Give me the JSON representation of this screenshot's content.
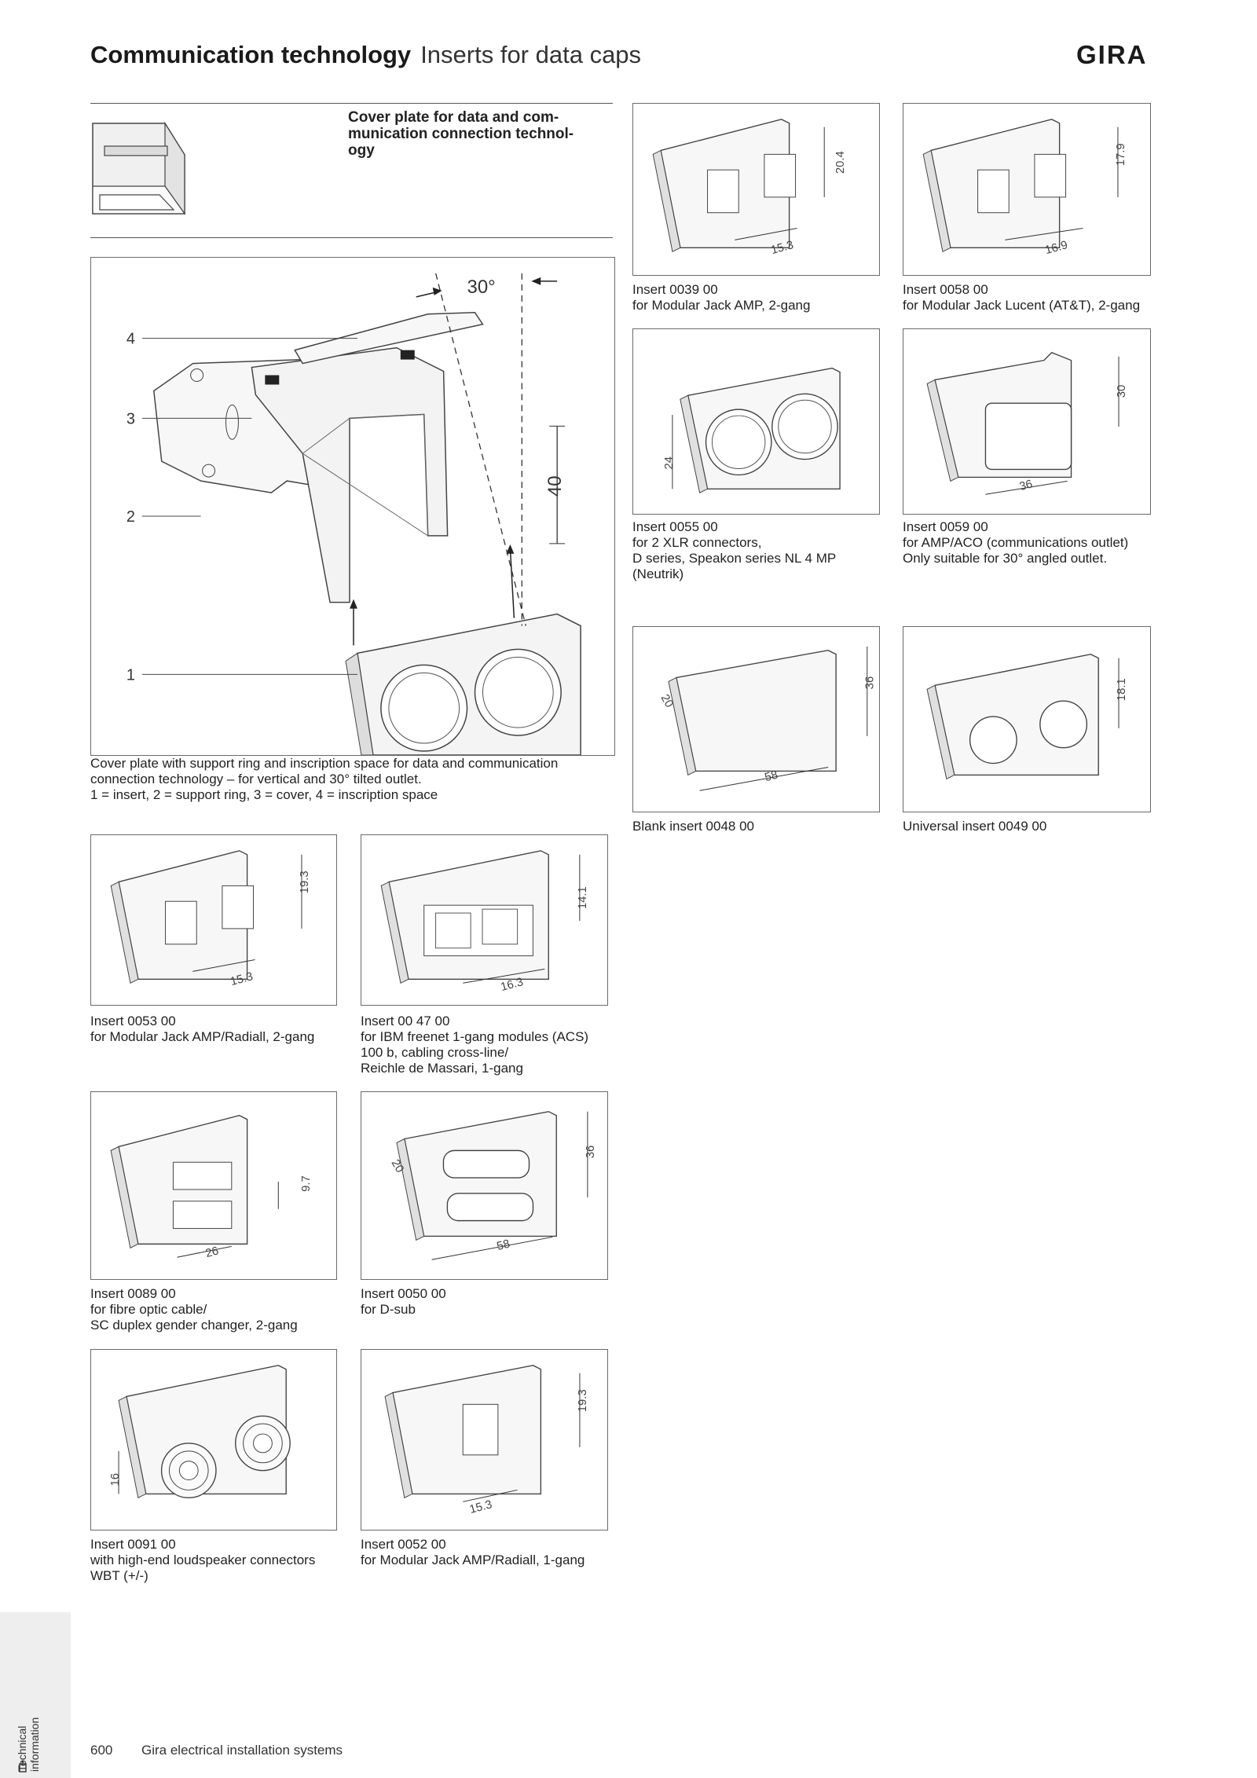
{
  "header": {
    "title_bold": "Communication technology",
    "title_light": "Inserts for data caps",
    "brand": "GIRA"
  },
  "intro": {
    "heading_lines": [
      "Cover plate for data and com-",
      "munication connection technol-",
      "ogy"
    ]
  },
  "main_figure": {
    "labels": [
      "4",
      "3",
      "2",
      "1"
    ],
    "angle": "30°",
    "height": "40",
    "caption_lines": [
      "Cover plate with support ring and inscription space for data and communication",
      "connection technology – for vertical and 30° tilted outlet.",
      "1 = insert, 2 = support ring, 3 = cover, 4 = inscription space"
    ]
  },
  "inserts": [
    {
      "id": "0039",
      "dims": [
        "20.4",
        "15.3"
      ],
      "caption": [
        "Insert 0039 00",
        "for Modular Jack AMP, 2-gang"
      ]
    },
    {
      "id": "0058",
      "dims": [
        "17.9",
        "16.9"
      ],
      "caption": [
        "Insert 0058 00",
        "for Modular Jack Lucent (AT&T), 2-gang"
      ]
    },
    {
      "id": "0055",
      "dims": [
        "24"
      ],
      "caption": [
        "Insert 0055 00",
        "for 2 XLR connectors,",
        "D series, Speakon series NL 4 MP",
        "(Neutrik)"
      ]
    },
    {
      "id": "0059",
      "dims": [
        "30",
        "36"
      ],
      "caption": [
        "Insert 0059 00",
        "for AMP/ACO (communications outlet)",
        "Only suitable for 30° angled outlet."
      ]
    },
    {
      "id": "0048",
      "dims": [
        "36",
        "20",
        "58"
      ],
      "caption": [
        "Blank insert 0048 00"
      ]
    },
    {
      "id": "0049",
      "dims": [
        "18.1"
      ],
      "caption": [
        "Universal insert 0049 00"
      ]
    },
    {
      "id": "0053",
      "dims": [
        "19.3",
        "15.3"
      ],
      "caption": [
        "Insert 0053 00",
        "for Modular Jack AMP/Radiall, 2-gang"
      ]
    },
    {
      "id": "0047",
      "dims": [
        "14.1",
        "16.3"
      ],
      "caption": [
        "Insert 00 47 00",
        "for IBM freenet 1-gang modules (ACS)",
        "100 b, cabling cross-line/",
        "Reichle de Massari, 1-gang"
      ]
    },
    {
      "id": "0089",
      "dims": [
        "9.7",
        "26"
      ],
      "caption": [
        "Insert 0089 00",
        "for fibre optic cable/",
        "SC duplex gender changer, 2-gang"
      ]
    },
    {
      "id": "0050",
      "dims": [
        "36",
        "20",
        "58"
      ],
      "caption": [
        "Insert 0050 00",
        "for D-sub"
      ]
    },
    {
      "id": "0091",
      "dims": [
        "16"
      ],
      "caption": [
        "Insert 0091 00",
        "with high-end loudspeaker connectors",
        "WBT (+/-)"
      ]
    },
    {
      "id": "0052",
      "dims": [
        "19.3",
        "15.3"
      ],
      "caption": [
        "Insert 0052 00",
        "for Modular Jack AMP/Radiall, 1-gang"
      ]
    }
  ],
  "sidebar": {
    "label_lines": [
      "Technical",
      "information"
    ],
    "icon": "info-icon"
  },
  "footer": {
    "page_number": "600",
    "text": "Gira electrical installation systems"
  }
}
